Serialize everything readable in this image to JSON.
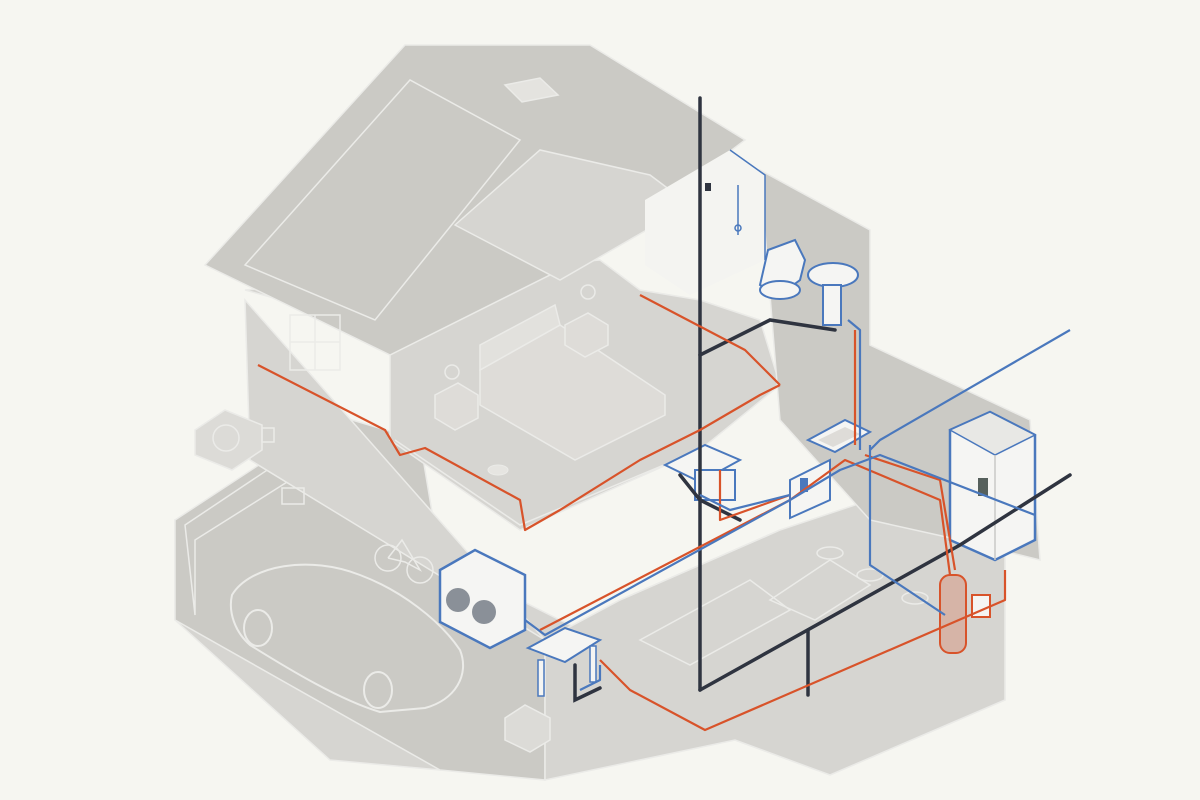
{
  "colors": {
    "background": "#f6f6f1",
    "house_fill": "#d6d5d1",
    "house_fill_dark": "#cbcac5",
    "outline": "#ebebe8",
    "fixture_fill": "#f5f5f3",
    "cold_water": "#4a78bd",
    "hot_water": "#d8532a",
    "drain_waste": "#2f3440"
  },
  "legend_hint": {
    "cold_water_pipes": "blue",
    "hot_water_pipes": "orange",
    "drain_waste_vent_pipes": "dark gray"
  }
}
